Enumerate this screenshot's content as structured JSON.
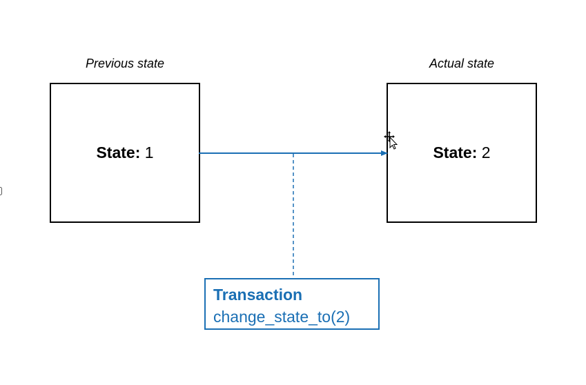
{
  "previous": {
    "caption": "Previous state",
    "state_label": "State:",
    "state_value": "1"
  },
  "actual": {
    "caption": "Actual state",
    "state_label": "State:",
    "state_value": "2"
  },
  "transaction": {
    "title": "Transaction",
    "call": "change_state_to(2)"
  },
  "colors": {
    "accent": "#1a6fb4",
    "box_border": "#000000"
  }
}
